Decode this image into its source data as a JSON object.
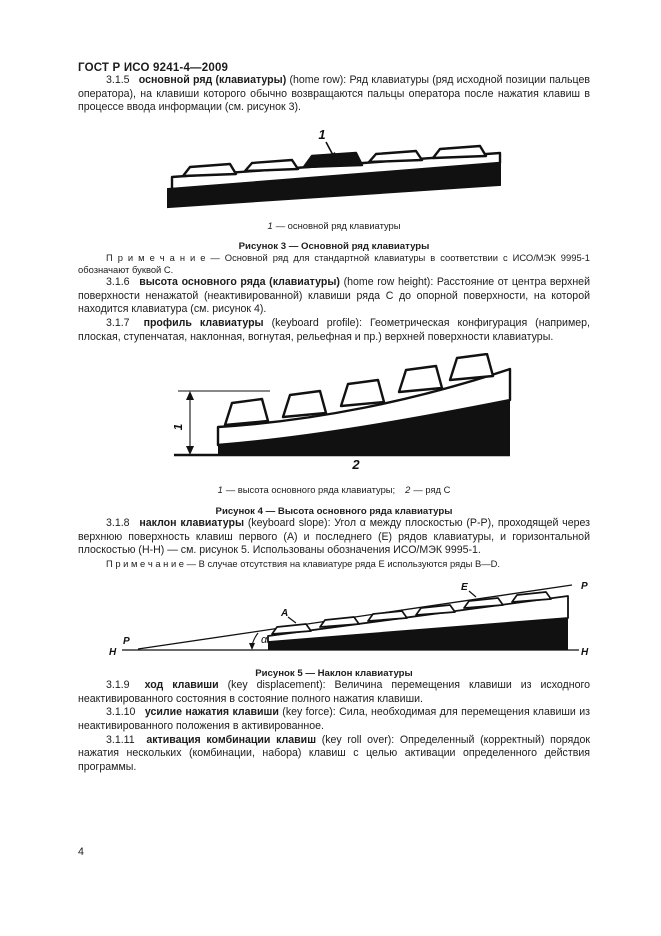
{
  "page": {
    "header": "ГОСТ Р ИСО 9241-4—2009",
    "number": "4"
  },
  "paragraphs": {
    "p315": {
      "num": "3.1.5",
      "term": "основной ряд (клавиатуры)",
      "rest": "(home row): Ряд клавиатуры (ряд исходной позиции пальцев оператора), на клавиши которого обычно возвращаются пальцы оператора после нажатия клавиш в процессе ввода информации (см. рисунок 3)."
    },
    "note1": "П р и м е ч а н и е — Основной ряд для стандартной клавиатуры в соответствии с ИСО/МЭК 9995-1 обозначают буквой С.",
    "p316": {
      "num": "3.1.6",
      "term": "высота основного ряда (клавиатуры)",
      "rest": "(home row height): Расстояние от центра верхней поверхности ненажатой (неактивированной) клавиши ряда С до опорной поверхности, на которой находится клавиатура (см. рисунок 4)."
    },
    "p317": {
      "num": "3.1.7",
      "term": "профиль клавиатуры",
      "rest": "(keyboard profile): Геометрическая конфигурация (например, плоская, ступенчатая, наклонная, вогнутая, рельефная и пр.) верхней поверхности клавиатуры."
    },
    "p318": {
      "num": "3.1.8",
      "term": "наклон клавиатуры",
      "rest": "(keyboard slope): Угол α между плоскостью (P-P), проходящей через верхнюю поверхность клавиш первого (A) и последнего (E) рядов клавиатуры, и горизонтальной плоскостью (H-H) — см. рисунок 5. Использованы обозначения ИСО/МЭК 9995-1."
    },
    "note2": "П р и м е ч а н и е — В случае отсутствия на клавиатуре ряда E используются ряды B—D.",
    "p319": {
      "num": "3.1.9",
      "term": "ход клавиши",
      "rest": "(key displacement): Величина перемещения клавиши из исходного неактивированного состояния в состояние полного нажатия клавиши."
    },
    "p3110": {
      "num": "3.1.10",
      "term": "усилие нажатия клавиши",
      "rest": "(key force): Сила, необходимая для перемещения клавиши из неактивированного положения в активированное."
    },
    "p3111": {
      "num": "3.1.11",
      "term": "активация комбинации клавиш",
      "rest": "(key roll over): Определенный (корректный) порядок нажатия нескольких (комбинации, набора) клавиш с целью активации определенного действия программы."
    }
  },
  "figures": {
    "fig3": {
      "pointer": "1",
      "legend_num": "1",
      "legend_text": "— основной ряд клавиатуры",
      "caption": "Рисунок 3 — Основной ряд клавиатуры"
    },
    "fig4": {
      "dim_label": "1",
      "row_label": "2",
      "legend_num1": "1",
      "legend_text1": "— высота основного ряда клавиатуры;",
      "legend_num2": "2",
      "legend_text2": "— ряд С",
      "caption": "Рисунок 4 — Высота основного ряда клавиатуры"
    },
    "fig5": {
      "p_left": "P",
      "h_left": "H",
      "alpha": "α",
      "row_a": "A",
      "row_e": "E",
      "p_right": "P",
      "h_right": "H",
      "caption": "Рисунок 5 — Наклон клавиатуры"
    }
  }
}
